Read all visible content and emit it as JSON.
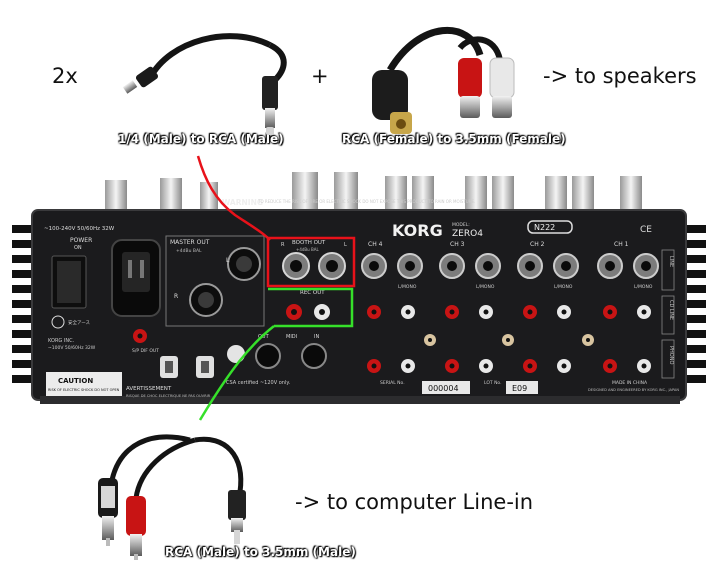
{
  "top": {
    "multiplier": "2x",
    "plus": "+",
    "speakers_note": "-> to speakers",
    "cable1_caption": "1/4 (Male) to RCA (Male)",
    "cable2_caption": "RCA (Female) to 3.5mm (Female)"
  },
  "bottom": {
    "computer_note": "-> to computer Line-in",
    "cable3_caption": "RCA (Male) to 3.5mm (Male)"
  },
  "mixer": {
    "brand": "KORG",
    "model_label": "MODEL:",
    "model": "ZERO4",
    "badge": "N222",
    "voltage": "~100-240V 50/60Hz 32W",
    "warning": "WARNING",
    "warning_text": "TO REDUCE THE RISK OF FIRE OR ELECTRIC SHOCK DO NOT EXPOSE THIS PRODUCT TO RAIN OR MOISTURE.",
    "power": "POWER",
    "power_on": "ON",
    "master_out": "MASTER OUT",
    "master_sub": "+4dBu BAL",
    "booth_out": "BOOTH OUT",
    "booth_sub": "+4dBu BAL",
    "rec_out": "REC OUT",
    "midi": "MIDI",
    "midi_out": "OUT",
    "midi_in": "IN",
    "spdif": "S/P DIF OUT",
    "channels": [
      "CH 4",
      "CH 3",
      "CH 2",
      "CH 1"
    ],
    "l_mono": "L/MONO",
    "side_labels": [
      "LINE",
      "CD LINE",
      "PHONO"
    ],
    "caution": "CAUTION",
    "caution_sub": "RISK OF ELECTRIC SHOCK DO NOT OPEN",
    "avertissement": "AVERTISSEMENT",
    "avert_sub": "RISQUE DE CHOC ELECTRIQUE NE PAS OUVRIR",
    "serial_label": "SERIAL No.",
    "serial": "000004",
    "lot_label": "LOT No.",
    "lot": "E09",
    "made_in": "MADE IN CHINA",
    "designed": "DESIGNED AND ENGINEERED BY KORG INC., JAPAN",
    "korg_inc": "KORG INC.",
    "volt2": "~100V 50/60Hz 32W",
    "csa": "CSA certified ~120V only."
  },
  "colors": {
    "booth_highlight": "#e8121a",
    "rec_highlight": "#36e02a",
    "panel": "#1b1b1d",
    "rca_red": "#d01a1a",
    "rca_white": "#e8e8e8"
  }
}
